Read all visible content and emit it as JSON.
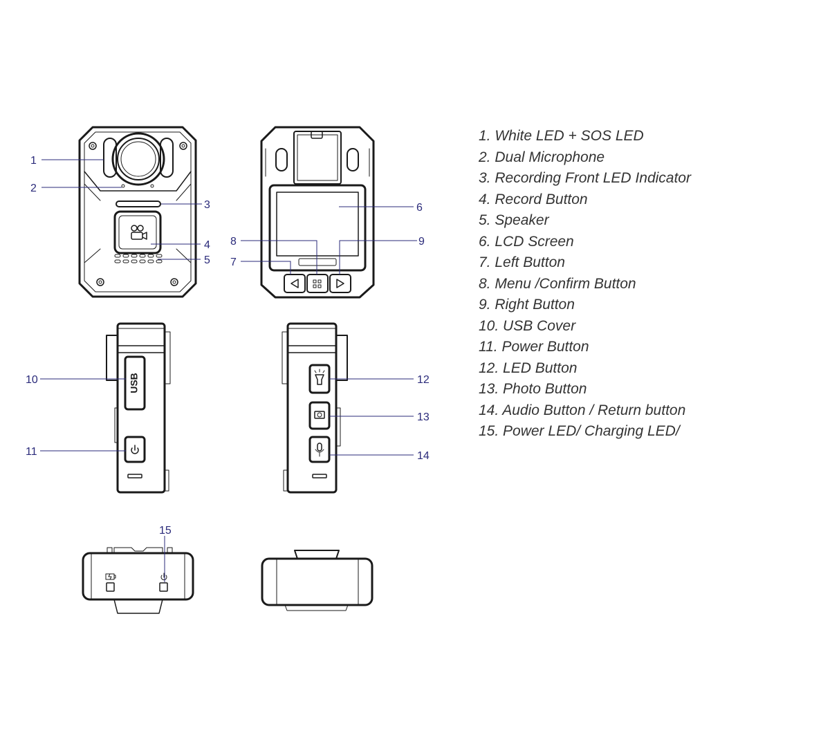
{
  "callouts": [
    "1",
    "2",
    "3",
    "4",
    "5",
    "6",
    "7",
    "8",
    "9",
    "10",
    "11",
    "12",
    "13",
    "14",
    "15"
  ],
  "button_labels": {
    "usb": "USB"
  },
  "legend": [
    "1. White LED +  SOS LED",
    "2. Dual Microphone",
    "3. Recording Front LED Indicator",
    "4. Record Button",
    "5. Speaker",
    "6. LCD Screen",
    "7. Left Button",
    "8. Menu /Confirm Button",
    "9. Right Button",
    "10. USB Cover",
    "11. Power Button",
    "12. LED Button",
    "13. Photo Button",
    "14. Audio Button / Return button",
    "15. Power LED/ Charging LED/"
  ],
  "colors": {
    "line": "#1a1a1a",
    "callout": "#2a2a7a",
    "legend_text": "#333333"
  }
}
